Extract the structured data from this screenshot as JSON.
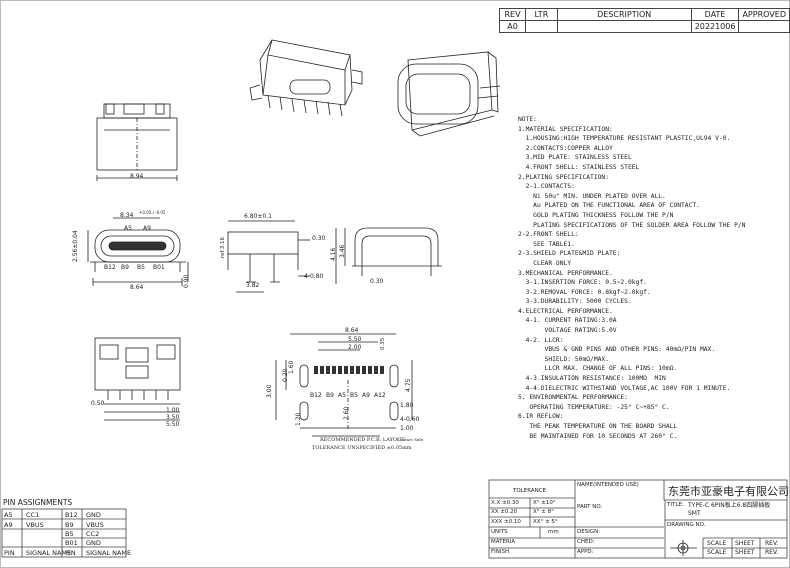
{
  "revision_block": {
    "headers": {
      "rev": "REV",
      "ltr": "LTR",
      "description": "DESCRIPTION",
      "date": "DATE",
      "approved": "APPROVED"
    },
    "rev": "A0",
    "date": "20221006"
  },
  "dimensions": {
    "top_width": "8.94",
    "front_body_width": "8.34",
    "front_body_tol": "+0.05 / -0.05",
    "front_height": "2.56±0.04",
    "front_pins_top": [
      "A5",
      "A9"
    ],
    "front_pins_bottom": [
      "B12",
      "B9",
      "B5",
      "B01"
    ],
    "front_total_width": "8.64",
    "front_leg": "0.90",
    "side_length": "6.80±0.1",
    "side_ref": "ref.3.16",
    "side_t1": "0.30",
    "side_t2": "4-0.80",
    "side_foot": "3.82",
    "end_h1": "4.16",
    "end_h2": "3.46",
    "end_t": "0.30",
    "pcb_w1": "8.64",
    "pcb_w2": "5.50",
    "pcb_w3": "2.00",
    "pcb_w4": "0.35",
    "pcb_left": [
      "0.20",
      "3.00",
      "1.60",
      "1.20"
    ],
    "pcb_right_h": "4.75",
    "pcb_pins": [
      "B12",
      "B9",
      "A5",
      "B5",
      "A9",
      "A12"
    ],
    "pcb_bottom": [
      "1.20",
      "2.60",
      "1.80",
      "4-0.60",
      "1.00"
    ],
    "bottom_dims": [
      "0.50",
      "1.00",
      "3.50",
      "5.50"
    ],
    "pcb_layout_label": "RECOMMENDED P.C.B. LAYOUT",
    "pcb_layout_note": "Contact Side",
    "tolerance_note": "TOLERANCE UNSPECIFIED ±0.05mm"
  },
  "notes": [
    "NOTE:",
    "1.MATERIAL SPECIFICATION:",
    "  1.HOUSING:HIGH TEMPERATURE RESISTANT PLASTIC,UL94 V-0.",
    "  2.CONTACTS:COPPER ALLOY",
    "  3.MID PLATE: STAINLESS STEEL",
    "  4.FRONT SHELL: STAINLESS STEEL",
    "2.PLATING SPECIFICATION:",
    "  2-1.CONTACTS:",
    "    Ni 50u\" MIN. UNDER PLATED OVER ALL.",
    "    Au PLATED ON THE FUNCTIONAL AREA OF CONTACT.",
    "    GOLD PLATING THICKNESS FOLLOW THE P/N",
    "    PLATING SPECIFICATIONS OF THE SOLDER AREA FOLLOW THE P/N",
    "2-2.FRONT SHELL:",
    "    SEE TABLE1.",
    "2-3.SHIELD PLATE&MID PLATE:",
    "    CLEAR ONLY",
    "3.MECHANICAL PERFORMANCE.",
    "  3-1.INSERTION FORCE: 0.5~2.0kgf.",
    "  3-2.REMOVAL FORCE: 0.8kgf~2.0kgf.",
    "  3-3.DURABILITY: 5000 CYCLES.",
    "4.ELECTRICAL PERFORMANCE.",
    "  4-1. CURRENT RATING:3.0A",
    "       VOLTAGE RATING:5.0V",
    "  4-2. LLCR:",
    "       VBUS & GND PINS AND OTHER PINS: 40mΩ/PIN MAX.",
    "       SHIELD: 50mΩ/MAX.",
    "       LLCR MAX. CHANGE OF ALL PINS: 10mΩ.",
    "  4-3.INSULATION RESISTANCE: 100MΩ  MIN",
    "  4-4.DIELECTRIC WITHSTAND VOLTAGE,AC 100V FOR 1 MINUTE.",
    "5. ENVIRONMENTAL PERFORMANCE:",
    "   OPERATING TEMPERATURE: -25° C~+85° C.",
    "6.IR REFLOW:",
    "   THE PEAK TEMPERATURE ON THE BOARD SHALL",
    "   BE MAINTAINED FOR 10 SECONDS AT 260° C."
  ],
  "pin_assignments": {
    "title": "PIN ASSIGNMENTS",
    "rows": [
      [
        "A5",
        "CC1",
        "B12",
        "GND"
      ],
      [
        "A9",
        "VBUS",
        "B9",
        "VBUS"
      ],
      [
        "",
        "",
        "B5",
        "CC2"
      ],
      [
        "",
        "",
        "B01",
        "GND"
      ]
    ],
    "footer": [
      "PIN",
      "SIGNAL NAME",
      "PIN",
      "SIGNAL NAME"
    ]
  },
  "title_block": {
    "tolerance": "TOLERANCE",
    "tol_rows": [
      [
        "X.X ±0.30",
        "X°  ±10°"
      ],
      [
        "XX ±0.20",
        "X°  ± 8°"
      ],
      [
        "XXX ±0.10",
        "XX°  ± 5°"
      ]
    ],
    "units": "UNITS",
    "units_val": "mm",
    "material": "MATERIA",
    "finish": "FINISH",
    "name_label": "NAME(INTENDED USE)",
    "part_no": "PART NO.",
    "design": "DESIGN:",
    "ched": "CHED:",
    "appd": "APPD:",
    "company": "东莞市亚豪电子有限公司",
    "title_label": "TITLE:",
    "title_val": "TYPE-C 6PIN板上6.8四脚插板 SMT",
    "drawing_no": "DRAWING NO.",
    "scale": "SCALE",
    "sheet": "SHEET",
    "rev": "REV."
  }
}
